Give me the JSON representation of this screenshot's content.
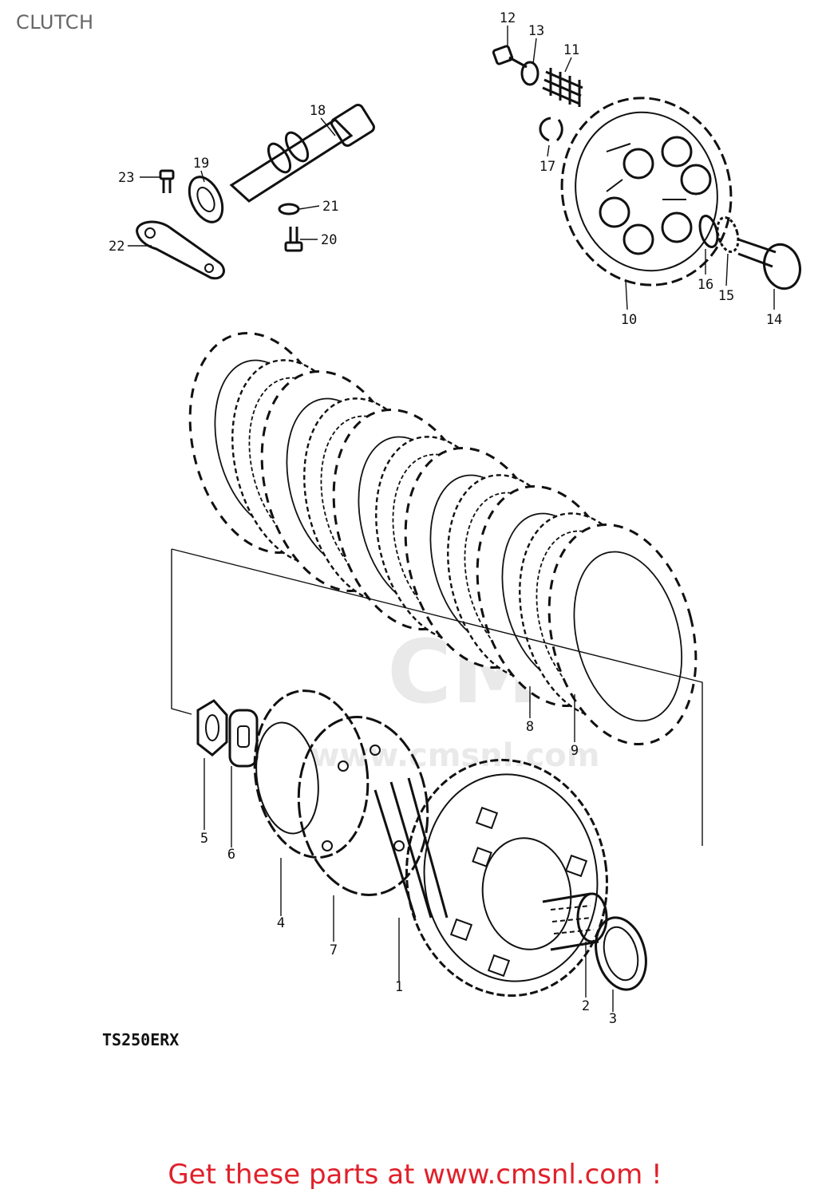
{
  "header": {
    "title": "CLUTCH"
  },
  "watermark": {
    "line1": "CMS",
    "line2": "www.cmsnl.com"
  },
  "model_code": "TS250ERX",
  "callouts": [
    "1",
    "2",
    "3",
    "4",
    "5",
    "6",
    "7",
    "8",
    "9",
    "10",
    "11",
    "12",
    "13",
    "14",
    "15",
    "16",
    "17",
    "18",
    "19",
    "20",
    "21",
    "22",
    "23"
  ],
  "footer": {
    "cta": "Get these parts at www.cmsnl.com !"
  },
  "colors": {
    "cta": "#e0202a",
    "title": "#666666",
    "ink": "#111111"
  }
}
